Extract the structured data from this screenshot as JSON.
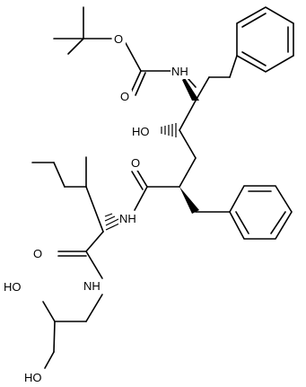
{
  "molecule": {
    "atom_labels": {
      "o_ester": "O",
      "o_carbonyl_boc": "O",
      "nh_boc": "NH",
      "oh_center": "HO",
      "o_amide1": "O",
      "nh_amide1": "NH",
      "o_amide2": "O",
      "nh_amide2": "NH",
      "oh_diol1": "HO",
      "oh_diol2": "HO"
    }
  }
}
